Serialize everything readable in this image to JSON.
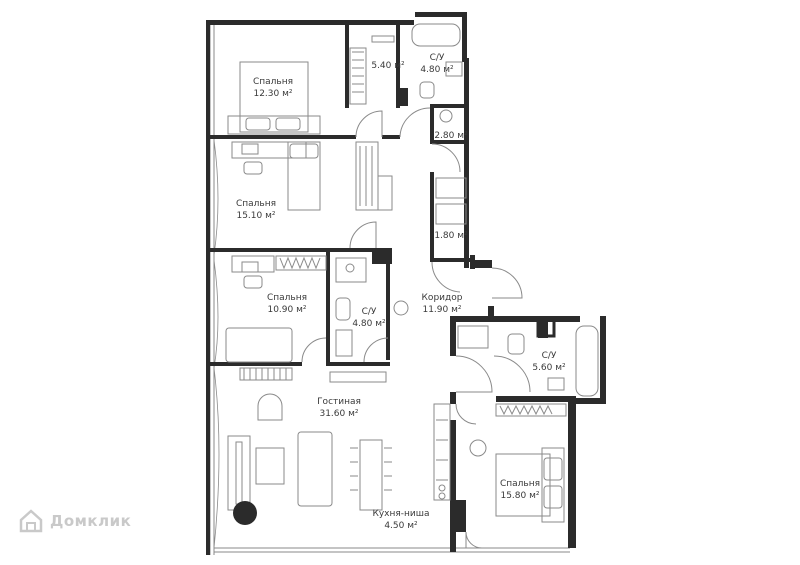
{
  "rooms": [
    {
      "id": "bedroom-1",
      "name": "Спальня",
      "area": "12.30 м²"
    },
    {
      "id": "wardrobe-1",
      "name": "",
      "area": "5.40 м²"
    },
    {
      "id": "bath-1",
      "name": "С/У",
      "area": "4.80 м²"
    },
    {
      "id": "storage-1",
      "name": "",
      "area": "2.80 м²"
    },
    {
      "id": "bedroom-2",
      "name": "Спальня",
      "area": "15.10 м²"
    },
    {
      "id": "storage-2",
      "name": "",
      "area": "1.80 м²"
    },
    {
      "id": "bedroom-3",
      "name": "Спальня",
      "area": "10.90 м²"
    },
    {
      "id": "bath-2",
      "name": "С/У",
      "area": "4.80 м²"
    },
    {
      "id": "corridor",
      "name": "Коридор",
      "area": "11.90 м²"
    },
    {
      "id": "bath-3",
      "name": "С/У",
      "area": "5.60 м²"
    },
    {
      "id": "living",
      "name": "Гостиная",
      "area": "31.60 м²"
    },
    {
      "id": "bedroom-4",
      "name": "Спальня",
      "area": "15.80 м²"
    },
    {
      "id": "kitchen",
      "name": "Кухня-ниша",
      "area": "4.50 м²"
    }
  ],
  "watermark": {
    "text": "Домклик"
  },
  "colors": {
    "wall": "#2b2b2b",
    "furniture": "#8a8a8a",
    "label": "#3a3a3a",
    "watermark": "#c9c9c9"
  }
}
